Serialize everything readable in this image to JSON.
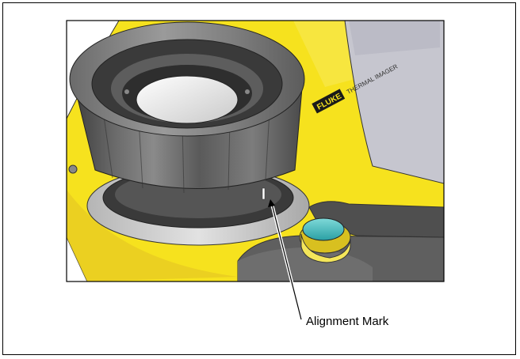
{
  "figure": {
    "brand": "FLUKE",
    "product_text": "THERMAL IMAGER",
    "callout_label": "Alignment Mark"
  },
  "colors": {
    "body_yellow": "#f6e21e",
    "body_yellow_shadow": "#e3c92a",
    "lens_dark": "#555555",
    "lens_mid": "#7a7a7a",
    "screen_gray": "#c6c6cf",
    "button_teal": "#3fb8b8",
    "grip_gray": "#5f5f5f"
  }
}
